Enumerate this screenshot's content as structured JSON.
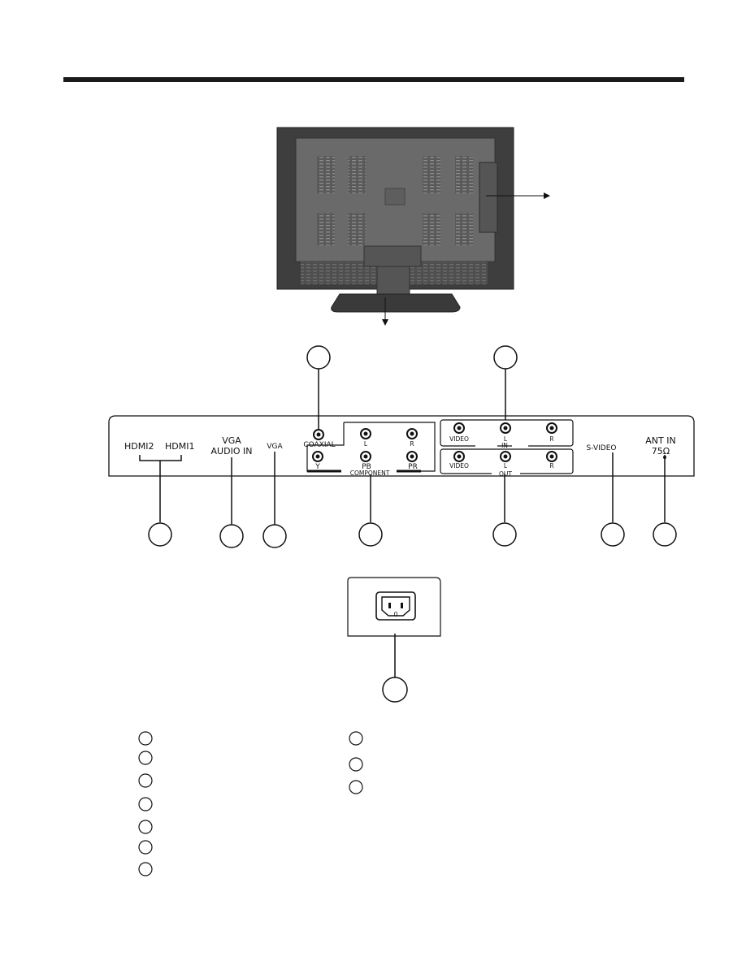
{
  "colors": {
    "ink": "#111111",
    "tv_body": "#4a4a4a",
    "tv_panel": "#6c6c6c",
    "paper": "#ffffff"
  },
  "icons": [
    "tv-rear-photo",
    "power-socket-icon",
    "rca-jack-icon",
    "callout-circle"
  ],
  "panel_labels": {
    "hdmi2": "HDMI2",
    "hdmi1": "HDMI1",
    "vga_audio_line1": "VGA",
    "vga_audio_line2": "AUDIO IN",
    "vga": "VGA",
    "coaxial": "COAXIAL",
    "comp_l": "L",
    "comp_r": "R",
    "comp_y": "Y",
    "comp_pb": "PB",
    "comp_pr": "PR",
    "component": "COMPONENT",
    "in_video": "VIDEO",
    "in_l": "L",
    "in_r": "R",
    "in": "IN",
    "out_video": "VIDEO",
    "out_l": "L",
    "out_r": "R",
    "out": "OUT",
    "svideo": "S-VIDEO",
    "ant_line1": "ANT IN",
    "ant_line2": "75Ω"
  },
  "power_socket": {
    "mark": "0"
  },
  "callouts": {
    "count_top": 2,
    "count_bottom": 7,
    "count_power": 1
  },
  "legend": {
    "left_count": 7,
    "right_count": 3
  }
}
